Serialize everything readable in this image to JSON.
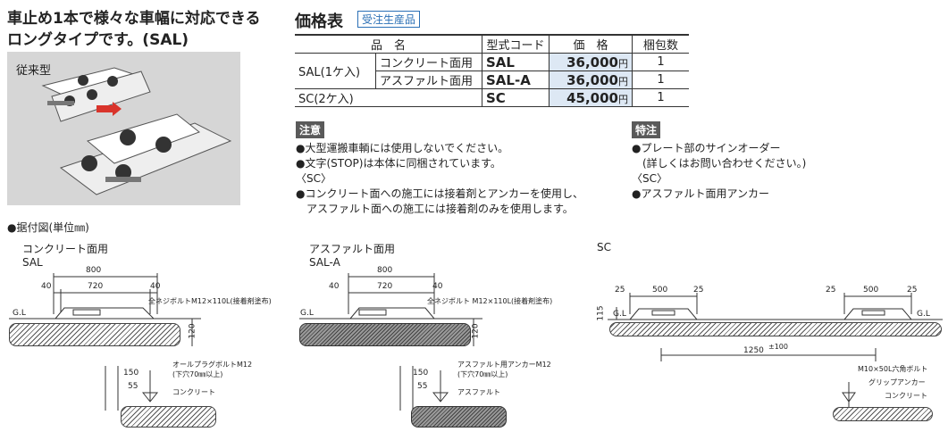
{
  "headline": {
    "line1": "車止め1本で様々な車幅に対応できる",
    "line2": "ロングタイプです。(SAL)"
  },
  "illustration": {
    "label": "従来型"
  },
  "price_table": {
    "title": "価格表",
    "badge": "受注生産品",
    "headers": {
      "name": "品　名",
      "code": "型式コード",
      "price": "価　格",
      "pack": "梱包数"
    },
    "rows": [
      {
        "group": "SAL(1ケ入)",
        "variant": "コンクリート面用",
        "code": "SAL",
        "price": "36,000",
        "unit": "円",
        "pack": "1"
      },
      {
        "group": "",
        "variant": "アスファルト面用",
        "code": "SAL-A",
        "price": "36,000",
        "unit": "円",
        "pack": "1"
      },
      {
        "group": "SC(2ケ入)",
        "variant": "",
        "code": "SC",
        "price": "45,000",
        "unit": "円",
        "pack": "1"
      }
    ]
  },
  "notes": {
    "title": "注意",
    "lines": [
      "●大型運搬車輌には使用しないでください。",
      "●文字(STOP)は本体に同梱されています。",
      "〈SC〉",
      "●コンクリート面への施工には接着剤とアンカーを使用し、",
      "　アスファルト面への施工には接着剤のみを使用します。"
    ]
  },
  "special": {
    "title": "特注",
    "lines": [
      "●プレート部のサインオーダー",
      "　(詳しくはお問い合わせください。)",
      "〈SC〉",
      "●アスファルト面用アンカー"
    ]
  },
  "installation": {
    "title": "●据付図(単位㎜)",
    "concrete": {
      "label1": "コンクリート面用",
      "label2": "SAL",
      "dim_total": "800",
      "dim_mid": "720",
      "dim_left": "40",
      "dim_right": "40",
      "bolt": "全ネジボルトM12×110L(接着剤塗布)",
      "gl": "G.L",
      "height": "120",
      "detail_bolt": "オールプラグボルトM12",
      "detail_hole": "(下穴70㎜以上)",
      "detail_d1": "150",
      "detail_d2": "55",
      "detail_material": "コンクリート"
    },
    "asphalt": {
      "label1": "アスファルト面用",
      "label2": "SAL-A",
      "dim_total": "800",
      "dim_mid": "720",
      "dim_left": "40",
      "dim_right": "40",
      "bolt": "全ネジボルト M12×110L(接着剤塗布)",
      "gl": "G.L",
      "height": "120",
      "detail_bolt": "アスファルト用アンカーM12",
      "detail_hole": "(下穴70㎜以上)",
      "detail_d1": "150",
      "detail_d2": "55",
      "detail_material": "アスファルト"
    },
    "sc": {
      "label": "SC",
      "d25a": "25",
      "d500a": "500",
      "d25b": "25",
      "d25c": "25",
      "d500b": "500",
      "d25d": "25",
      "height": "115",
      "gl_left": "G.L",
      "gl_right": "G.L",
      "spacing": "1250",
      "tolerance": "±100",
      "bolt": "M10×50L六角ボルト",
      "anchor": "グリップアンカー",
      "material": "コンクリート"
    }
  },
  "colors": {
    "badge_bg": "#5a5a5a",
    "price_bg": "#dde8f4",
    "accent": "#2a6fb5",
    "arrow": "#d9342b",
    "illus_bg": "#d6d6d6"
  }
}
